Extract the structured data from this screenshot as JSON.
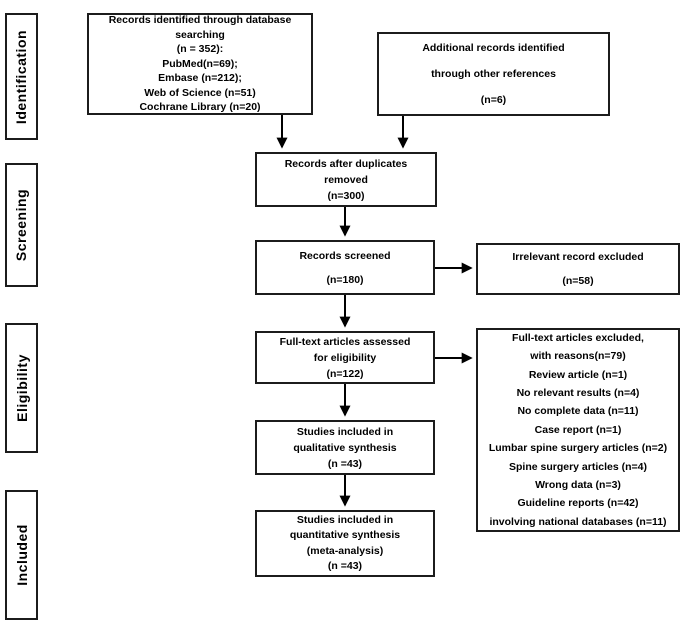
{
  "stages": [
    {
      "label": "Identification"
    },
    {
      "label": "Screening"
    },
    {
      "label": "Eligibility"
    },
    {
      "label": "Included"
    }
  ],
  "boxes": {
    "db_search": {
      "lines": [
        "Records identified through database",
        "searching",
        "(n = 352):",
        "PubMed(n=69);",
        "Embase (n=212);",
        "Web of Science (n=51)",
        "Cochrane Library (n=20)"
      ]
    },
    "other_refs": {
      "lines": [
        "Additional records identified",
        "through other references",
        "(n=6)"
      ]
    },
    "duplicates_removed": {
      "lines": [
        "Records after duplicates",
        "removed",
        "(n=300)"
      ]
    },
    "screened": {
      "lines": [
        "Records screened",
        "(n=180)"
      ]
    },
    "irrelevant_excluded": {
      "lines": [
        "Irrelevant record excluded",
        "(n=58)"
      ]
    },
    "fulltext_assessed": {
      "lines": [
        "Full-text articles assessed",
        "for eligibility",
        "(n=122)"
      ]
    },
    "fulltext_excluded": {
      "lines": [
        "Full-text articles excluded,",
        "with reasons(n=79)",
        "Review article (n=1)",
        "No relevant results (n=4)",
        "No complete data (n=11)",
        "Case report (n=1)",
        "Lumbar spine surgery articles (n=2)",
        "Spine surgery articles (n=4)",
        "Wrong data (n=3)",
        "Guideline reports (n=42)",
        "involving national databases (n=11)"
      ]
    },
    "qualitative": {
      "lines": [
        "Studies included in",
        "qualitative synthesis",
        "(n =43)"
      ]
    },
    "quantitative": {
      "lines": [
        "Studies included in",
        "quantitative synthesis",
        "(meta-analysis)",
        "(n =43)"
      ]
    }
  },
  "colors": {
    "border": "#1c1c1c",
    "text": "#000000",
    "background": "#ffffff",
    "arrow": "#000000"
  }
}
